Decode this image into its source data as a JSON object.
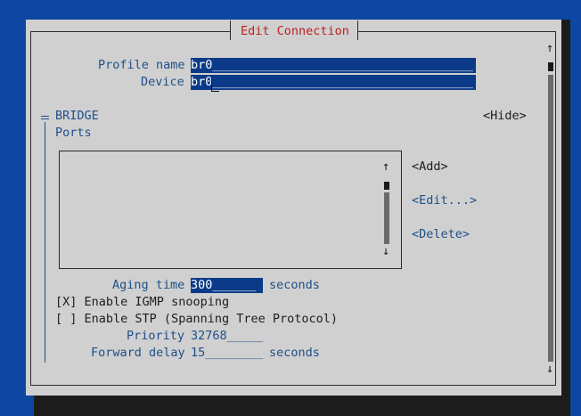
{
  "dialog": {
    "title": "Edit Connection"
  },
  "profile": {
    "label": "Profile name",
    "value": "br0",
    "fill": "____________________________________"
  },
  "device": {
    "label": "Device",
    "value": "br0",
    "fill": "____________________________________"
  },
  "section": {
    "name": "BRIDGE",
    "hide_label": "<Hide>"
  },
  "ports": {
    "label": "Ports",
    "items": [],
    "add_label": "<Add>",
    "edit_label": "<Edit...>",
    "delete_label": "<Delete>",
    "scroll_up": "↑",
    "scroll_down": "↓"
  },
  "aging": {
    "label": "Aging time",
    "value": "300",
    "fill": "______",
    "unit": "seconds"
  },
  "igmp": {
    "mark": "[X]",
    "label": "Enable IGMP snooping"
  },
  "stp": {
    "mark": "[ ]",
    "label": "Enable STP (Spanning Tree Protocol)"
  },
  "priority": {
    "label": "Priority",
    "value": "32768",
    "fill": "_____"
  },
  "forward_delay": {
    "label": "Forward delay",
    "value": "15",
    "fill": "________",
    "unit": "seconds"
  },
  "main_scroll": {
    "up": "↑",
    "down": "↓"
  },
  "colors": {
    "background": "#0d47a1",
    "dialog": "#d0d0d0",
    "field": "#0b3a88",
    "label": "#1f4f8a",
    "title": "#c02020"
  }
}
